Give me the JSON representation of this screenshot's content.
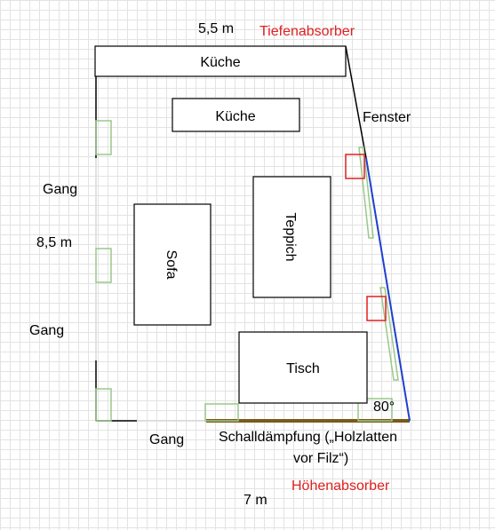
{
  "dimensions": {
    "top_width": "5,5 m",
    "side_length": "8,5 m",
    "bottom_width": "7 m",
    "angle": "80°"
  },
  "absorbers": {
    "deep": "Tiefenabsorber",
    "high": "Höhenabsorber"
  },
  "walls": {
    "window": "Fenster"
  },
  "passages": {
    "upper": "Gang",
    "lower": "Gang",
    "bottom": "Gang"
  },
  "furniture": {
    "kitchen_counter": "Küche",
    "kitchen_island": "Küche",
    "sofa": "Sofa",
    "carpet": "Teppich",
    "table": "Tisch"
  },
  "damping": {
    "line1": "Schalldämpfung („Holzlatten",
    "line2": "vor Filz“)"
  },
  "colors": {
    "window_wall": "#1f3fd0",
    "bottom_wall": "#7a5a1a",
    "absorber_green": "#9cc78a",
    "absorber_red": "#e02020"
  }
}
